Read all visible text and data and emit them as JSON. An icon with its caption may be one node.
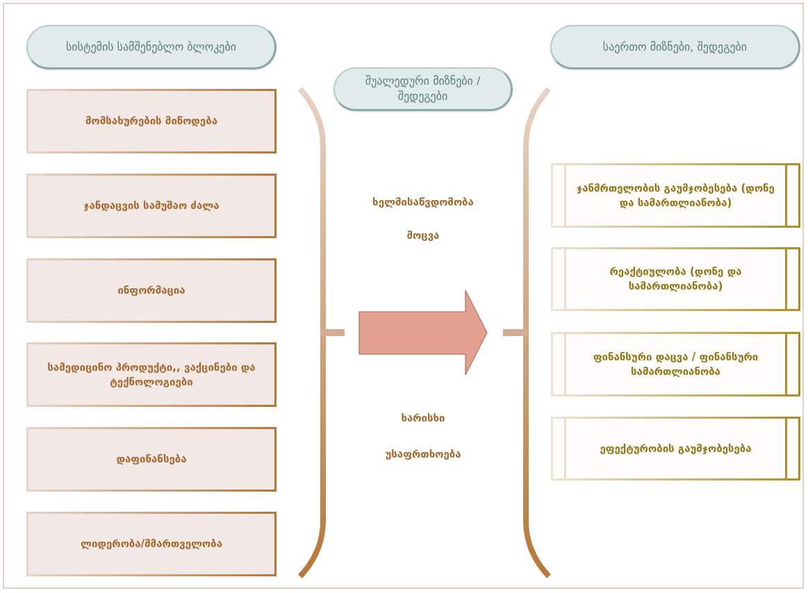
{
  "diagram": {
    "nodes": [
      {
        "text": [
          "სისტემის სამშენებლო ბლოკები"
        ]
      },
      {
        "text": [
          "მომსახურების მიწოდება"
        ]
      },
      {
        "text": [
          "ჯანდაცვის სამუშაო ძალა"
        ]
      },
      {
        "text": [
          "ინფორმაცია"
        ]
      },
      {
        "text": [
          "სამედიცინო პროდუქტი,, ვაქცინები და ტექნოლოგიები"
        ]
      },
      {
        "text": [
          "დაფინანსება"
        ]
      },
      {
        "text": [
          "ლიდერობა/მმართველობა"
        ]
      },
      {
        "text": [
          "შუალედური მიზნები / შედეგები"
        ]
      },
      {
        "text": [
          "საერთო მიზნები, შედეგები"
        ]
      },
      {
        "text": [
          "ჯანმრთელობის გაუმჯობესება (დონე და სამართლიანობა)"
        ]
      },
      {
        "text": [
          "რეაქტიულობა (დონე და სამართლიანობა)"
        ]
      },
      {
        "text": [
          "ფინანსური დაცვა / ფინანსური სამართლიანობა"
        ]
      },
      {
        "text": [
          "ეფექტურობის გაუმჯობესება"
        ]
      }
    ],
    "labels": [
      "ხელმისაწვდომობა",
      "მოცვა",
      "ხარისხი",
      "უსაფრთხოება"
    ]
  }
}
